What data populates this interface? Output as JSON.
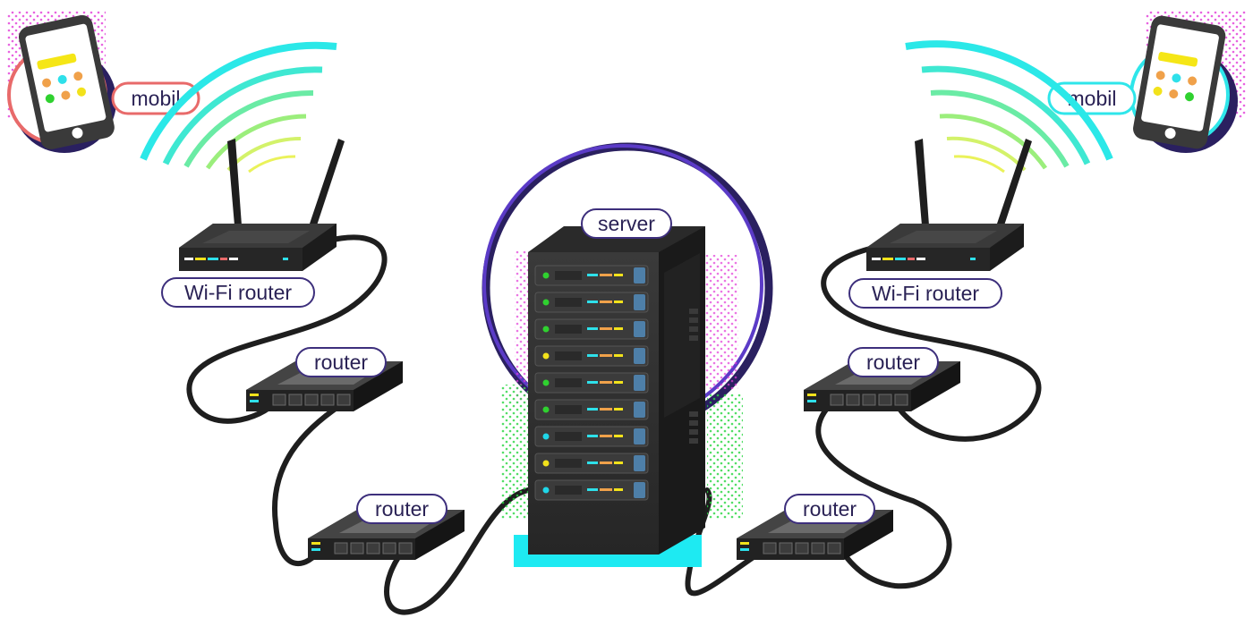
{
  "labels": {
    "mobile_left": "mobil",
    "mobile_right": "mobil",
    "wifi_router_left": "Wi-Fi router",
    "wifi_router_right": "Wi-Fi router",
    "server": "server",
    "router_upper_left": "router",
    "router_lower_left": "router",
    "router_upper_right": "router",
    "router_lower_right": "router"
  },
  "server": {
    "unit_count": 9,
    "led_colors": [
      "#2fd12f",
      "#2fd12f",
      "#2fd12f",
      "#f2e21b",
      "#2fd12f",
      "#2fd12f",
      "#1fd6e8",
      "#f2e21b",
      "#1fd6e8"
    ]
  },
  "colors": {
    "outline_purple": "#3a2a8a",
    "pill_border": "#3d2f7c",
    "mobile_left_ring": "#e86a6a",
    "mobile_right_ring": "#2ee6ea",
    "server_base": "#1eeaf2",
    "wifi_arc_colors": [
      "#2be8e8",
      "#4fe8c7",
      "#7bec95",
      "#b5f06b",
      "#eaf25a"
    ]
  }
}
